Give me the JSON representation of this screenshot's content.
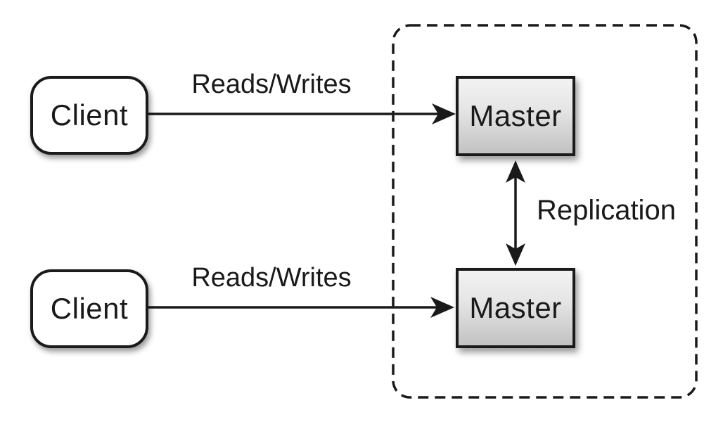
{
  "nodes": {
    "client_top": {
      "label": "Client"
    },
    "client_bottom": {
      "label": "Client"
    },
    "master_top": {
      "label": "Master"
    },
    "master_bottom": {
      "label": "Master"
    }
  },
  "edges": {
    "reads_writes_top": {
      "label": "Reads/Writes"
    },
    "reads_writes_bottom": {
      "label": "Reads/Writes"
    },
    "replication": {
      "label": "Replication"
    }
  },
  "colors": {
    "stroke": "#1a1a1a",
    "background": "#ffffff",
    "client_fill": "#ffffff",
    "master_gradient_top": "#f2f2f2",
    "master_gradient_bottom": "#c2c2c2"
  }
}
